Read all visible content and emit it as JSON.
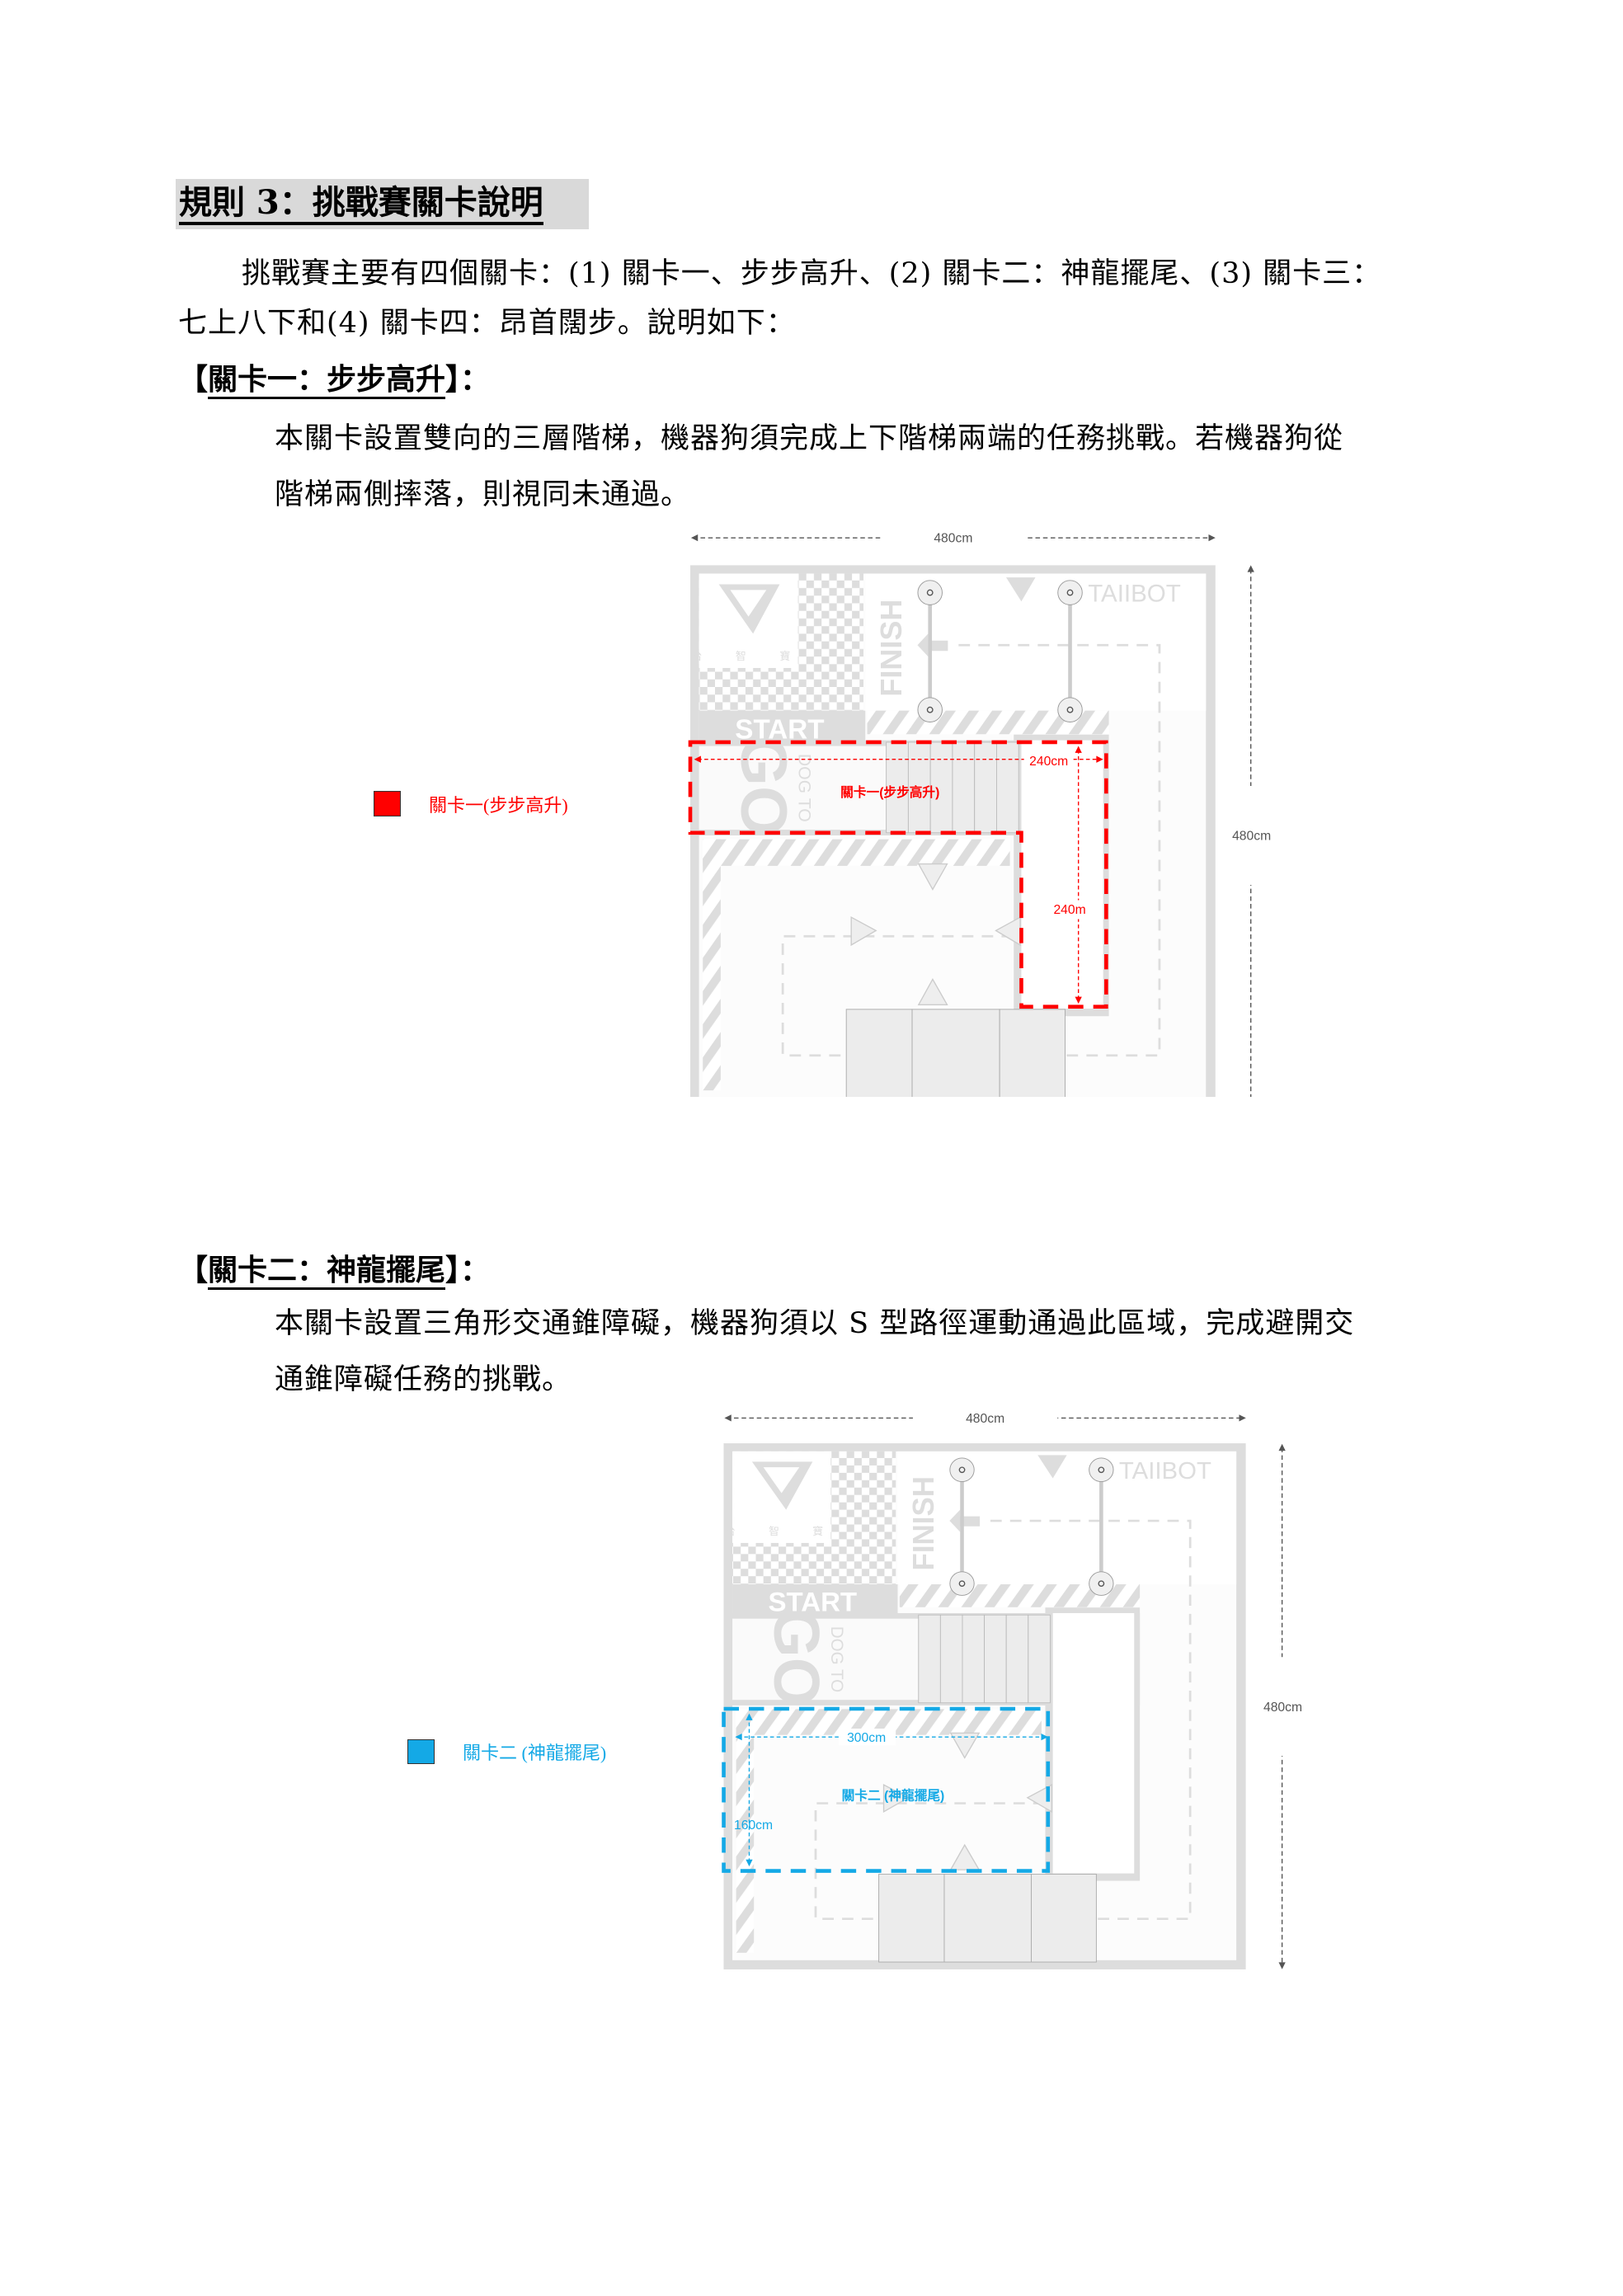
{
  "title": "規則 3：挑戰賽關卡說明",
  "intro": {
    "line1": "挑戰賽主要有四個關卡：(1) 關卡一、步步高升、(2) 關卡二：神龍擺尾、(3) 關卡三：",
    "line2": "七上八下和(4) 關卡四：昂首闊步。說明如下："
  },
  "sections": [
    {
      "open": "【",
      "heading": "關卡一：步步高升",
      "close": "】：",
      "line1": "本關卡設置雙向的三層階梯，機器狗須完成上下階梯兩端的任務挑戰。若機器狗從",
      "line2": "階梯兩側摔落，則視同未通過。",
      "legend": "關卡一(步步高升)",
      "color": "#ff0000",
      "diagram": {
        "width_label": "480cm",
        "height_label": "480cm",
        "zone_label": "關卡一(步步高升)",
        "dim_h": "240cm",
        "dim_v": "240m"
      }
    },
    {
      "open": "【",
      "heading": "關卡二：神龍擺尾",
      "close": "】：",
      "line1": "本關卡設置三角形交通錐障礙，機器狗須以 S 型路徑運動通過此區域，完成避開交",
      "line2": "通錐障礙任務的挑戰。",
      "legend": "關卡二 (神龍擺尾)",
      "color": "#14a9e6",
      "diagram": {
        "width_label": "480cm",
        "height_label": "480cm",
        "zone_label": "關卡二 (神龍擺尾)",
        "dim_h": "300cm",
        "dim_v": "160cm"
      }
    }
  ],
  "field": {
    "start": "START",
    "finish": "FINISH",
    "go": "GO",
    "dog_to": "DOG TO",
    "brand": "TAIIBOT",
    "logo_text": "台 智 寶"
  }
}
